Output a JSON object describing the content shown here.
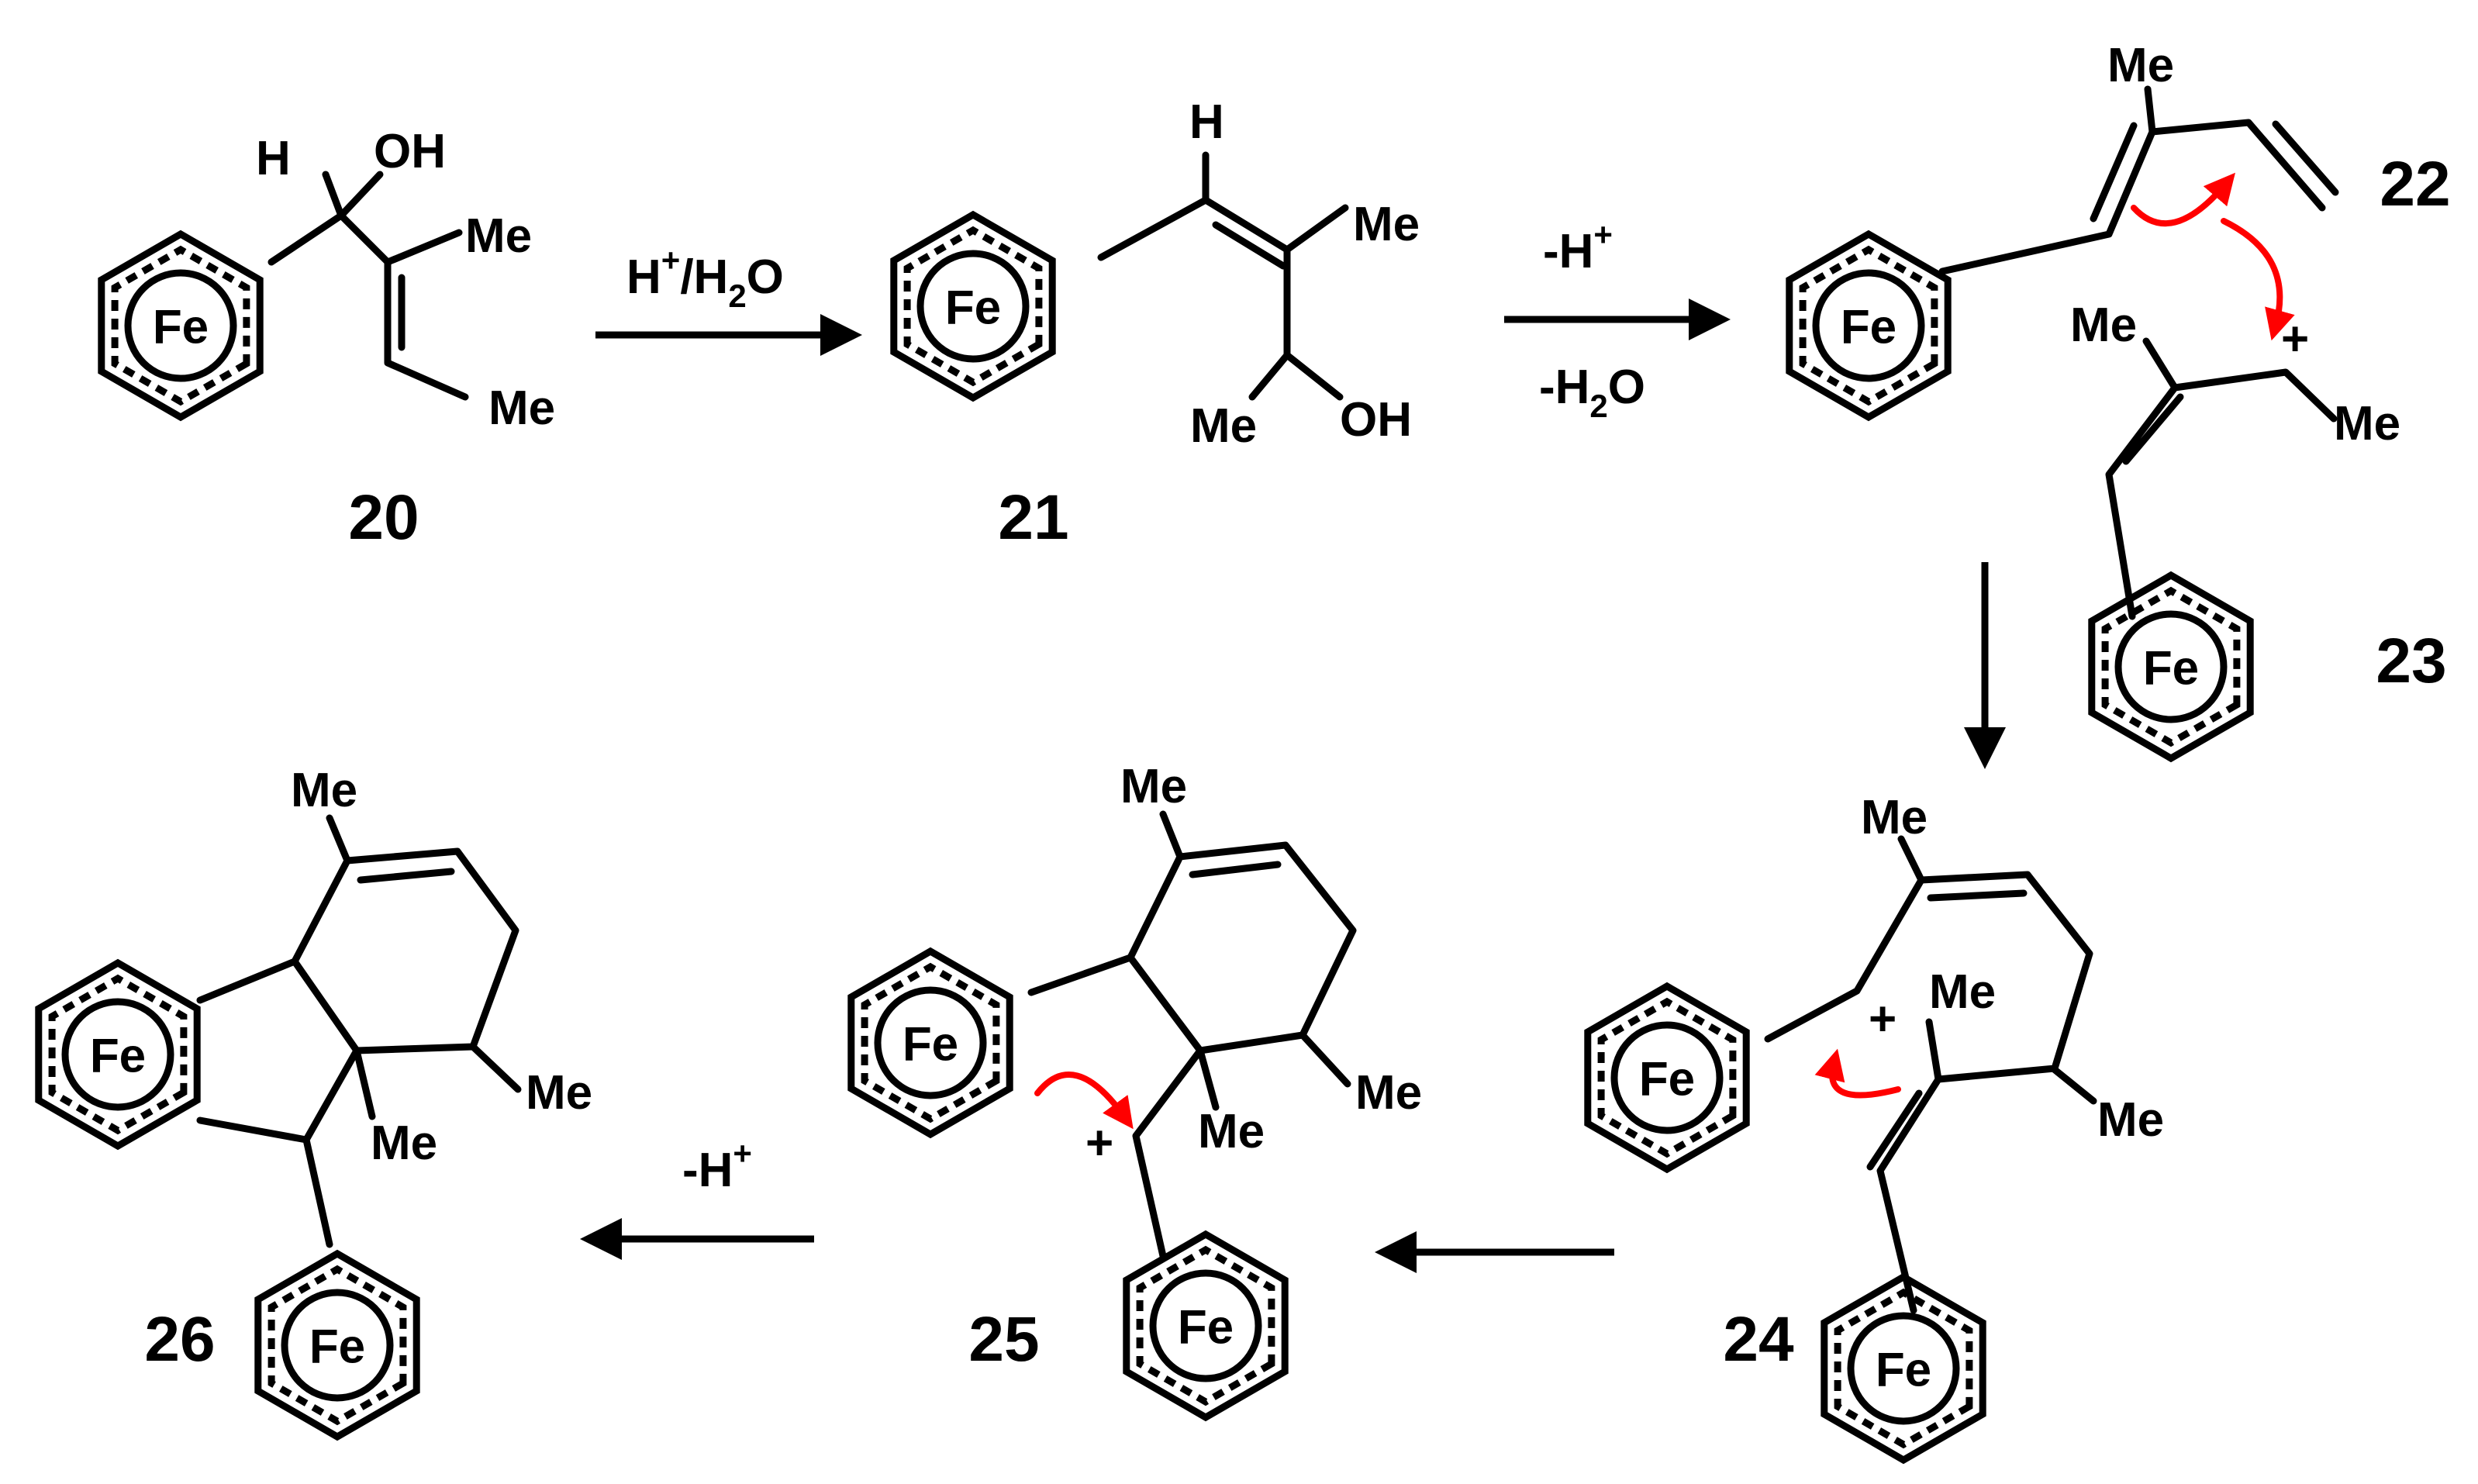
{
  "compounds": [
    {
      "id": "20",
      "label": "20"
    },
    {
      "id": "21",
      "label": "21"
    },
    {
      "id": "22",
      "label": "22"
    },
    {
      "id": "23",
      "label": "23"
    },
    {
      "id": "24",
      "label": "24"
    },
    {
      "id": "25",
      "label": "25"
    },
    {
      "id": "26",
      "label": "26"
    }
  ],
  "atoms": {
    "fe": "Fe",
    "oh": "OH",
    "h": "H",
    "me": "Me",
    "plus": "+"
  },
  "conditions": {
    "step1": {
      "reagent": "H",
      "sup": "+",
      "mid": "/H",
      "sub": "2",
      "end": "O"
    },
    "step2_top": {
      "base": "-H",
      "sup": "+"
    },
    "step2_bottom": {
      "base": "-H",
      "sub": "2",
      "end": "O"
    },
    "step5": {
      "base": "-H",
      "sup": "+"
    }
  },
  "colors": {
    "bonds": "#000000",
    "curly_arrows": "#ff0000",
    "background": "#ffffff"
  }
}
